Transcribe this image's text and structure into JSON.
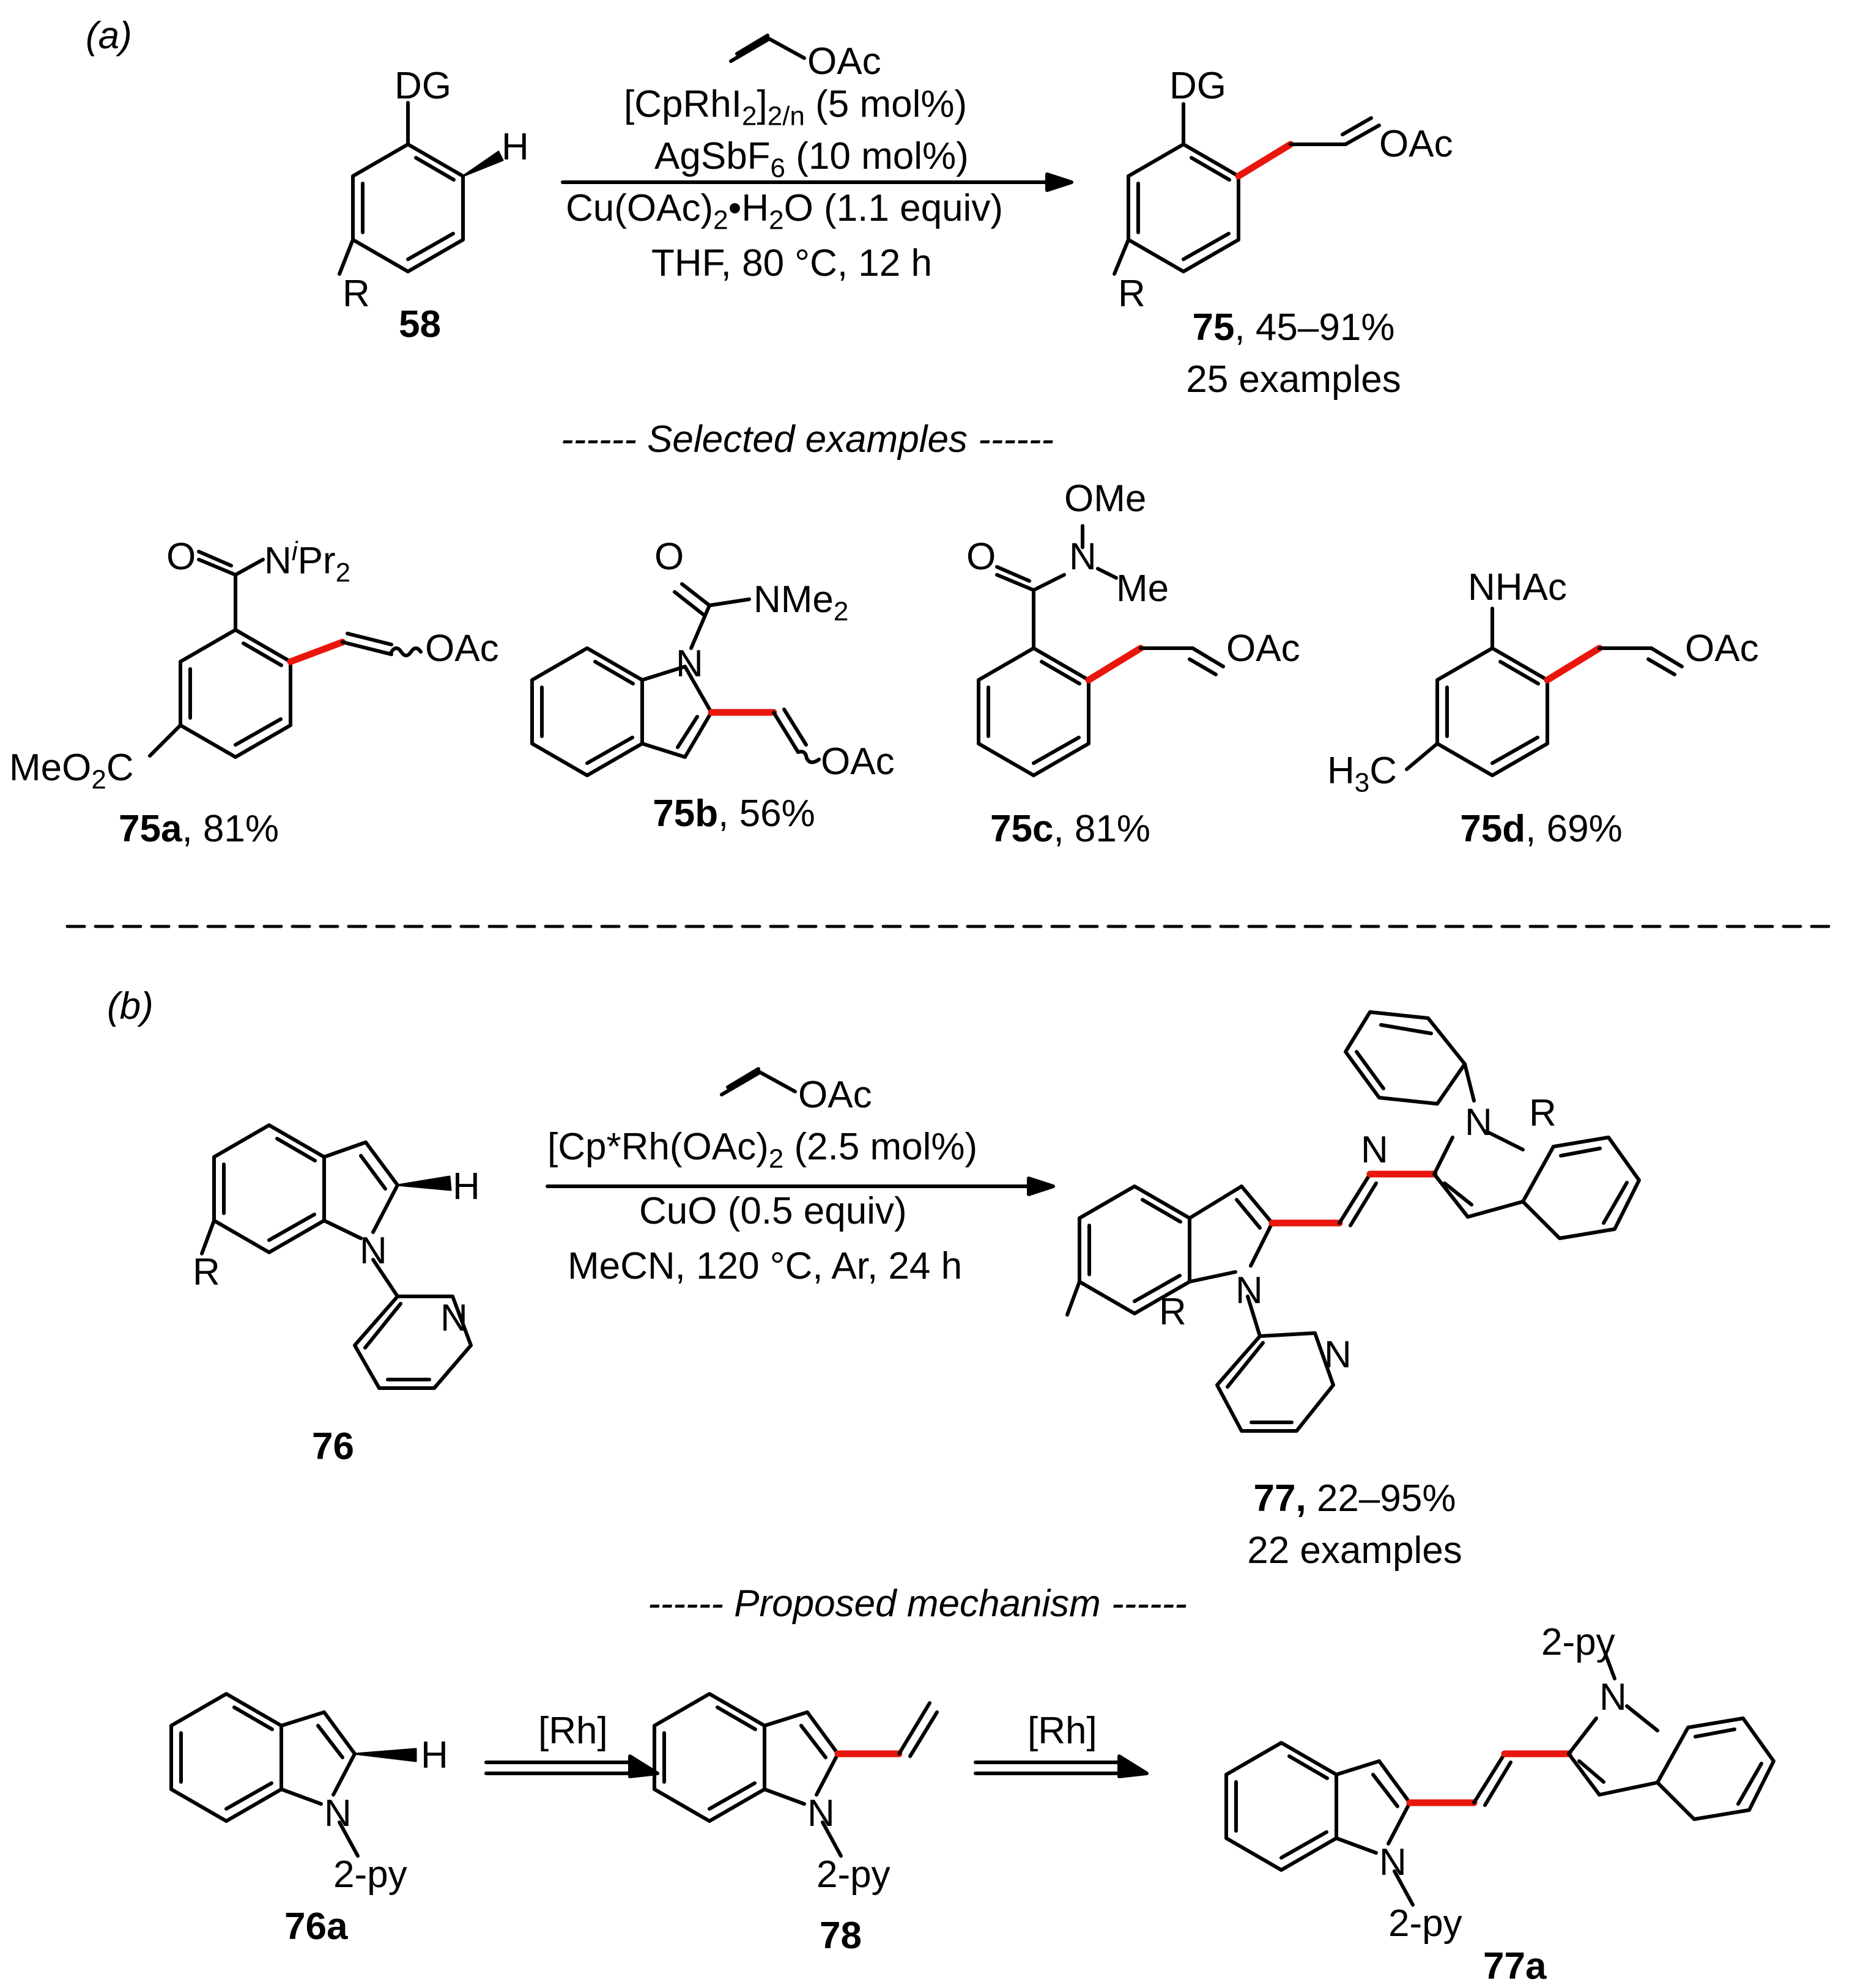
{
  "panel_a": {
    "label": "(a)",
    "reactant_id": "58",
    "dg": "DG",
    "h": "H",
    "r": "R",
    "alkene_reagent": "OAc",
    "cond1_pre": "[CpRhI",
    "cond1_sub1": "2",
    "cond1_mid": "]",
    "cond1_sub2": "2/n",
    "cond1_post": " (5 mol%)",
    "cond2_pre": "AgSbF",
    "cond2_sub": "6",
    "cond2_post": " (10 mol%)",
    "cond3_pre": "Cu(OAc)",
    "cond3_sub1": "2",
    "cond3_mid": "•H",
    "cond3_sub2": "2",
    "cond3_post": "O (1.1 equiv)",
    "cond4": "THF,  80 °C, 12 h",
    "product_oac": "OAc",
    "product_dg": "DG",
    "product_r": "R",
    "product_id": "75",
    "product_yield": ", 45–91%",
    "product_examples": "25 examples",
    "selected_header": "------  Selected examples  ------",
    "ex_a_o": "O",
    "ex_a_n": "N",
    "ex_a_iso": "i",
    "ex_a_pr": "Pr",
    "ex_a_pr_sub": "2",
    "ex_a_oac": "OAc",
    "ex_a_ester_pre": "MeO",
    "ex_a_ester_sub": "2",
    "ex_a_ester_post": "C",
    "ex_a_id": "75a",
    "ex_a_yield": ", 81%",
    "ex_b_o": "O",
    "ex_b_nme": "NMe",
    "ex_b_nme_sub": "2",
    "ex_b_n": "N",
    "ex_b_oac": "OAc",
    "ex_b_id": "75b",
    "ex_b_yield": ", 56%",
    "ex_c_ome": "OMe",
    "ex_c_o": "O",
    "ex_c_n": "N",
    "ex_c_me": "Me",
    "ex_c_oac": "OAc",
    "ex_c_id": "75c",
    "ex_c_yield": ", 81%",
    "ex_d_nhac": "NHAc",
    "ex_d_oac": "OAc",
    "ex_d_me_pre": "H",
    "ex_d_me_sub": "3",
    "ex_d_me_post": "C",
    "ex_d_id": "75d",
    "ex_d_yield": ", 69%"
  },
  "panel_b": {
    "label": "(b)",
    "reactant_id": "76",
    "h": "H",
    "n1": "N",
    "n_py": "N",
    "r": "R",
    "alkene_reagent": "OAc",
    "cond1_pre": "[Cp*Rh(OAc)",
    "cond1_sub": "2",
    "cond1_post": " (2.5 mol%)",
    "cond2": "CuO (0.5 equiv)",
    "cond3": "MeCN, 120 °C, Ar, 24 h",
    "product_id": "77,",
    "product_yield": " 22–95%",
    "product_examples": "22 examples",
    "product_n_top": "N",
    "product_n_top_py": "N",
    "product_r_top": "R",
    "product_n_bottom": "N",
    "product_n_bottom_py": "N",
    "product_r_bottom": "R",
    "mechanism_header": "------  Proposed mechanism  ------",
    "mech1_id": "76a",
    "mech1_n": "N",
    "mech1_py": "2-py",
    "mech1_h": "H",
    "arrow1_label": "[Rh]",
    "mech2_id": "78",
    "mech2_n": "N",
    "mech2_py": "2-py",
    "arrow2_label": "[Rh]",
    "mech3_id": "77a",
    "mech3_n_top": "N",
    "mech3_py_top": "2-py",
    "mech3_n_bottom": "N",
    "mech3_py_bottom": "2-py"
  },
  "colors": {
    "bond": "#000000",
    "new_bond": "#e8160c"
  }
}
